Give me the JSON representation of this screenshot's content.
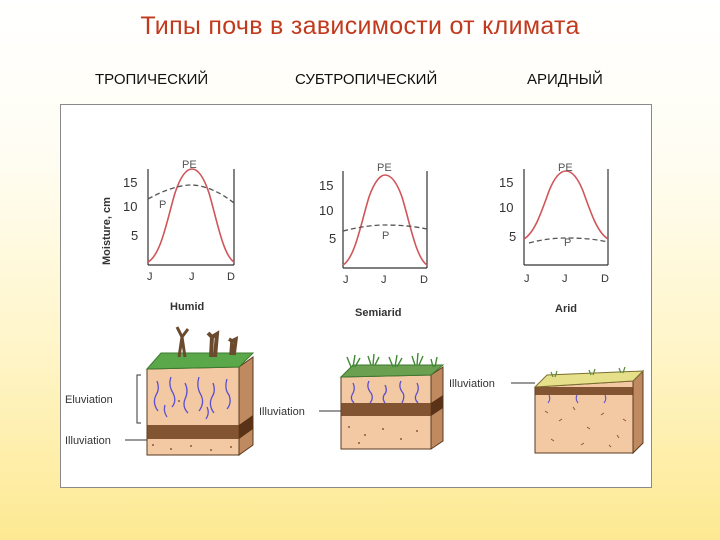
{
  "title": "Типы почв в зависимости от климата",
  "columns": [
    "ТРОПИЧЕСКИЙ",
    "СУБТРОПИЧЕСКИЙ",
    "АРИДНЫЙ"
  ],
  "y_axis_label": "Moisture, cm",
  "y_ticks": [
    "15",
    "10",
    "5"
  ],
  "x_ticks": [
    "J",
    "J",
    "D"
  ],
  "curve_labels": {
    "pe": "PE",
    "p": "P"
  },
  "climates": [
    "Humid",
    "Semiarid",
    "Arid"
  ],
  "horizons": {
    "eluviation": "Eluviation",
    "illuviation": "Illuviation"
  },
  "colors": {
    "title": "#c23a1e",
    "pe_curve": "#d0555a",
    "p_curve": "#555555",
    "soil": "#f3c9a3",
    "soil_dark": "#b77e55",
    "illuvial_band": "#6e3f1e",
    "water": "#5a4fd0",
    "grass": "#5aa84a"
  }
}
